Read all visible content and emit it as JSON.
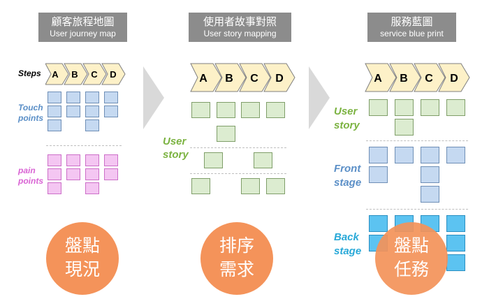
{
  "panels": [
    {
      "title_zh": "顧客旅程地圖",
      "title_en": "User journey map",
      "steps_label": "Steps",
      "touch_label": [
        "Touch",
        "points"
      ],
      "pain_label": [
        "pain",
        "points"
      ],
      "circle": [
        "盤點",
        "現況"
      ]
    },
    {
      "title_zh": "使用者故事對照",
      "title_en": "User story mapping",
      "story_label": [
        "User",
        "story"
      ],
      "circle": [
        "排序",
        "需求"
      ]
    },
    {
      "title_zh": "服務藍圖",
      "title_en": "service blue print",
      "story_label": [
        "User",
        "story"
      ],
      "front_label": [
        "Front",
        "stage"
      ],
      "back_label": [
        "Back",
        "stage"
      ],
      "circle": [
        "盤點",
        "任務"
      ]
    }
  ],
  "steps": [
    "A",
    "B",
    "C",
    "D"
  ],
  "colors": {
    "header": "#8c8c8c",
    "step_fill": "#fdf1c8",
    "step_border": "#7f7f7f",
    "touch": "#5b8fc7",
    "pain": "#d964d4",
    "story": "#7cb342",
    "front": "#5b8fc7",
    "back": "#29a9d8",
    "circle": "#f4935a",
    "arrow": "#d9d9d9"
  }
}
